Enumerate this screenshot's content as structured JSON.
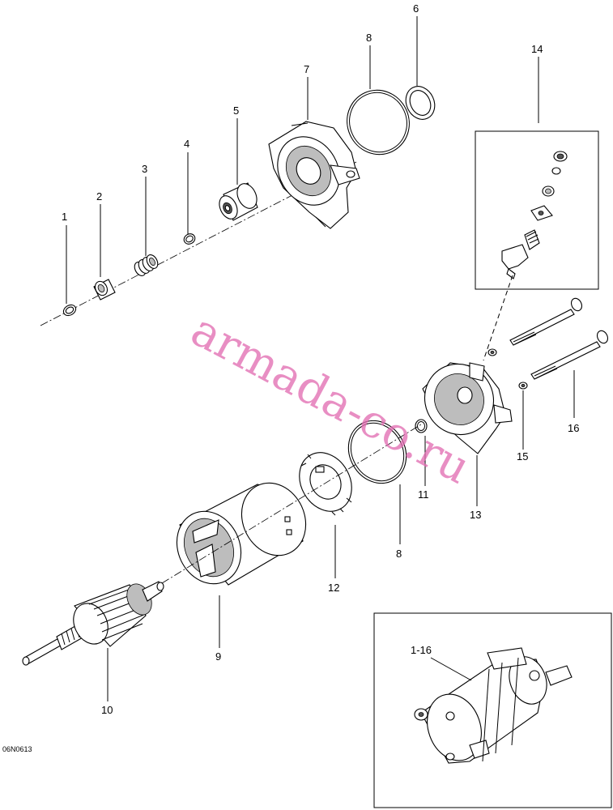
{
  "callouts": {
    "c1": "1",
    "c2": "2",
    "c3": "3",
    "c4": "4",
    "c5": "5",
    "c6": "6",
    "c7": "7",
    "c8a": "8",
    "c8b": "8",
    "c9": "9",
    "c10": "10",
    "c11": "11",
    "c12": "12",
    "c13": "13",
    "c14": "14",
    "c15": "15",
    "c16": "16",
    "assembly": "1-16"
  },
  "figure_code": "06N0613",
  "watermark": "armada-co.ru",
  "colors": {
    "watermark": "#e26fb3",
    "lines": "#000000",
    "background": "#ffffff"
  }
}
